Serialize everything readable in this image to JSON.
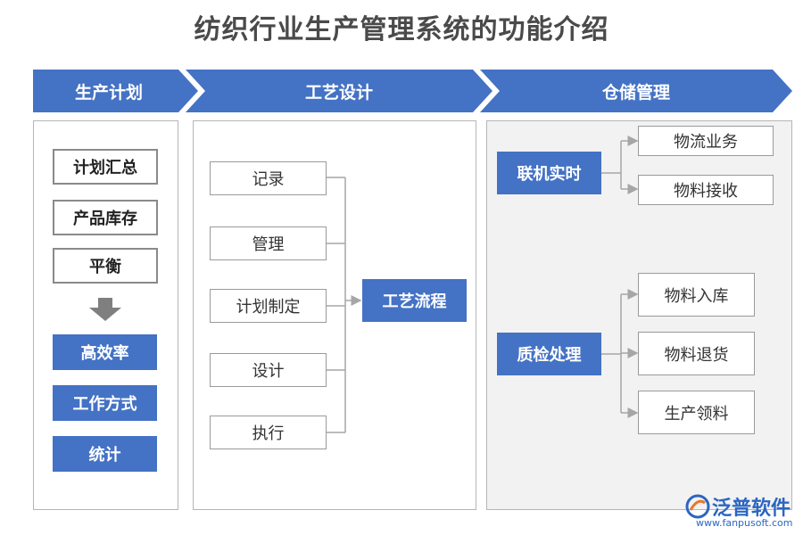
{
  "title": "纺织行业生产管理系统的功能介绍",
  "headers": [
    "生产计划",
    "工艺设计",
    "仓储管理"
  ],
  "plan": {
    "items_top": [
      "计划汇总",
      "产品库存",
      "平衡"
    ],
    "items_bottom": [
      "高效率",
      "工作方式",
      "统计"
    ]
  },
  "process": {
    "steps": [
      "记录",
      "管理",
      "计划制定",
      "设计",
      "执行"
    ],
    "target": "工艺流程"
  },
  "storage": {
    "online": {
      "label": "联机实时",
      "children": [
        "物流业务",
        "物料接收"
      ]
    },
    "quality": {
      "label": "质检处理",
      "children": [
        "物料入库",
        "物料退货",
        "生产领料"
      ]
    }
  },
  "logo": {
    "name": "泛普软件",
    "url": "www.fanpusoft.com"
  },
  "colors": {
    "accent": "#4472c4",
    "connector": "#a6a6a6",
    "panel_grey": "#f2f2f2"
  }
}
